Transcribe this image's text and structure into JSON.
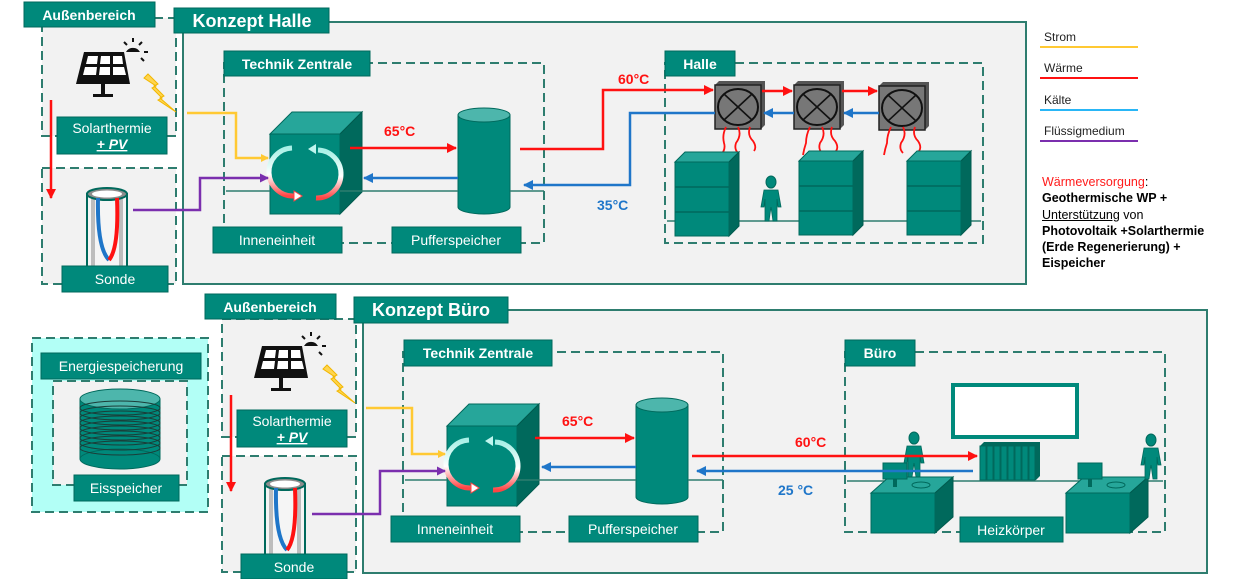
{
  "colors": {
    "teal": "#00897b",
    "teal_dark": "#00695c",
    "teal_light": "#4db6ac",
    "panel_bg": "#f2f2f2",
    "storage_bg": "#b2fff6",
    "strom": "#ffc933",
    "waerme": "#ff1111",
    "kaelte": "#1f76c9",
    "fluessigmedium": "#7b2fae"
  },
  "legend": [
    {
      "label": "Strom",
      "color": "#ffc933"
    },
    {
      "label": "Wärme",
      "color": "#ff1111"
    },
    {
      "label": "Kälte",
      "color": "#29b6f6"
    },
    {
      "label": "Flüssigmedium",
      "color": "#7b2fae"
    }
  ],
  "notes": {
    "heading": "Wärmeversorgung",
    "colon": ":",
    "line1": "Geothermische WP +",
    "line2_u": "Unterstützung",
    "line2_rest": " von",
    "line3": "Photovoltaik +Solarthermie",
    "line4": "(Erde Regenerierung) +",
    "line5": "Eispeicher"
  },
  "halle": {
    "outdoor_title": "Außenbereich",
    "concept_title": "Konzept Halle",
    "technik_title": "Technik Zentrale",
    "zone_title": "Halle",
    "solar_label": "Solarthermie",
    "pv_label": "+ PV",
    "sonde_label": "Sonde",
    "inneneinheit_label": "Inneneinheit",
    "puffer_label": "Pufferspeicher",
    "temp_supply_tz": "65°C",
    "temp_supply_zone": "60°C",
    "temp_return_zone": "35°C"
  },
  "buero": {
    "outdoor_title": "Außenbereich",
    "concept_title": "Konzept Büro",
    "technik_title": "Technik Zentrale",
    "zone_title": "Büro",
    "solar_label": "Solarthermie",
    "pv_label": "+ PV",
    "sonde_label": "Sonde",
    "inneneinheit_label": "Inneneinheit",
    "puffer_label": "Pufferspeicher",
    "heizkoerper_label": "Heizkörper",
    "temp_supply_tz": "65°C",
    "temp_supply_zone": "60°C",
    "temp_return_zone": "25 °C"
  },
  "storage": {
    "title": "Energiespeicherung",
    "label": "Eisspeicher"
  }
}
